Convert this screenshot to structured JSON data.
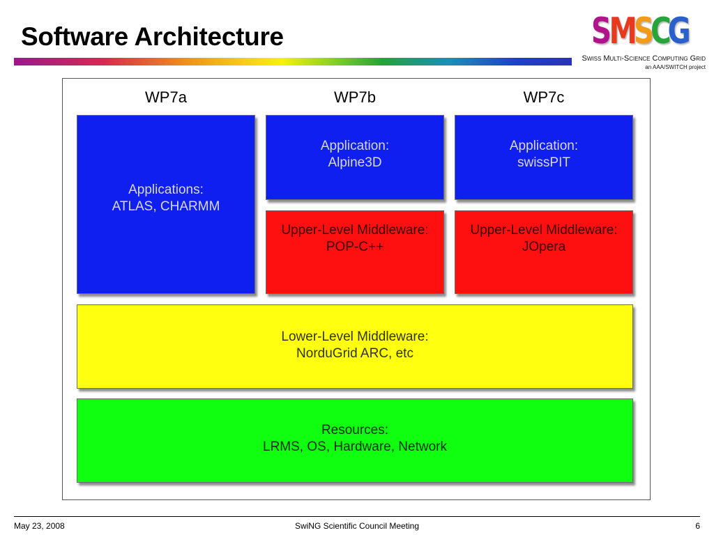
{
  "slide": {
    "title": "Software Architecture"
  },
  "logo": {
    "letters": [
      {
        "char": "S",
        "color": "#b0138a"
      },
      {
        "char": "M",
        "color": "#e8391f"
      },
      {
        "char": "S",
        "color": "#f29a1a"
      },
      {
        "char": "C",
        "color": "#27a53a"
      },
      {
        "char": "G",
        "color": "#2b5fc9"
      }
    ],
    "tagline": "Swiss Multi-Science Computing Grid",
    "subtitle": "an AAA/SWITCH project"
  },
  "diagram": {
    "columns": [
      "WP7a",
      "WP7b",
      "WP7c"
    ],
    "boxes": {
      "wp7a_applications": {
        "line1": "Applications:",
        "line2": "ATLAS, CHARMM"
      },
      "wp7b_application": {
        "line1": "Application:",
        "line2": "Alpine3D"
      },
      "wp7c_application": {
        "line1": "Application:",
        "line2": "swissPIT"
      },
      "wp7b_upper": {
        "line1": "Upper-Level Middleware:",
        "line2": "POP-C++"
      },
      "wp7c_upper": {
        "line1": "Upper-Level Middleware:",
        "line2": "JOpera"
      },
      "lower": {
        "line1": "Lower-Level Middleware:",
        "line2": "NorduGrid ARC, etc"
      },
      "resources": {
        "line1": "Resources:",
        "line2": "LRMS, OS, Hardware, Network"
      }
    },
    "colors": {
      "application": "#0f1ff0",
      "upper_middleware": "#ff1010",
      "lower_middleware": "#ffff10",
      "resources": "#10ff10"
    }
  },
  "footer": {
    "date": "May 23, 2008",
    "event": "SwiNG Scientific Council Meeting",
    "page": "6"
  }
}
